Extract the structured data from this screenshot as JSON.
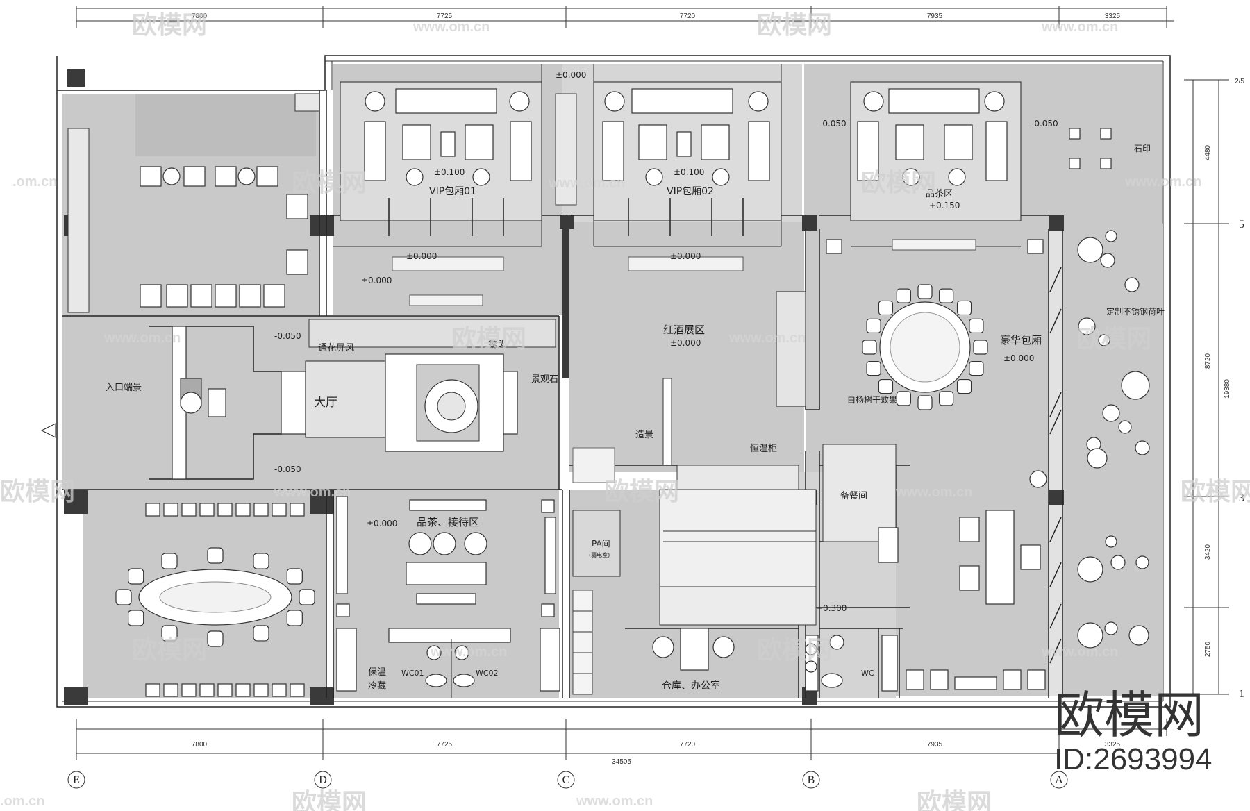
{
  "plan": {
    "labels": {
      "vip01": "VIP包厢01",
      "vip02": "VIP包厢02",
      "tea_area": "品茶区",
      "stone_seal": "石印",
      "lotus": "定制不锈钢荷叶",
      "luxury_room": "豪华包厢",
      "wine_area": "红酒展区",
      "birch": "白杨树干效果",
      "entrance": "入口端景",
      "screen": "通花屏风",
      "hall": "大厅",
      "fountain": "锈头",
      "landscape_stone": "景观石",
      "feature": "造景",
      "wine_cabinet": "恒温柜",
      "pantry": "备餐间",
      "reception": "品茶、接待区",
      "pa_room": "PA间",
      "pa_note": "(弱电室)",
      "storage": "仓库、办公室",
      "cold": "保温\n冷藏",
      "wc01": "WC01",
      "wc02": "WC02",
      "wc": "WC"
    },
    "levels": {
      "vip01": "±0.100",
      "vip02": "±0.100",
      "top": "±0.000",
      "tea_left": "-0.050",
      "tea_right": "-0.050",
      "tea_area": "+0.150",
      "vip01_front": "±0.000",
      "vip02_front": "±0.000",
      "left_hall": "±0.000",
      "entry_top": "-0.050",
      "entry_bottom": "-0.050",
      "wine": "±0.000",
      "luxury": "±0.000",
      "reception": "±0.000",
      "wc": "+0.300"
    },
    "dims_top": [
      "7800",
      "7725",
      "7720",
      "7935",
      "3325"
    ],
    "dims_bottom": [
      "7800",
      "7725",
      "7720",
      "7935",
      "3325"
    ],
    "dim_total": "34505",
    "dims_right": [
      "4480",
      "8720",
      "3420",
      "2750"
    ],
    "dim_right_total": "19380",
    "axes_bottom": [
      "E",
      "D",
      "C",
      "B",
      "A"
    ],
    "axes_right": [
      "5",
      "3",
      "1"
    ],
    "axis_right_top": "2/5"
  },
  "watermark": {
    "brand": "欧模网",
    "url": "www.om.cn",
    "url_edge": ".om.cn",
    "id": "ID:2693994"
  }
}
